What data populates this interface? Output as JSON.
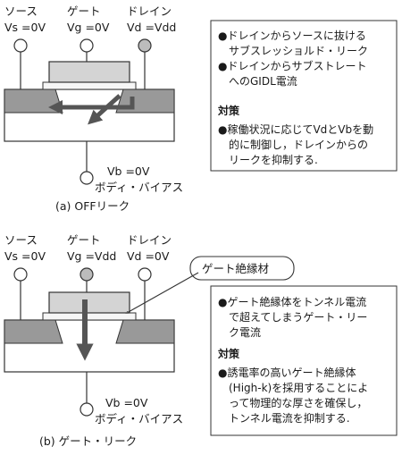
{
  "diagram_a": {
    "terminals": {
      "source": {
        "name": "ソース",
        "voltage": "Vs =0V"
      },
      "gate": {
        "name": "ゲート",
        "voltage": "Vg =0V"
      },
      "drain": {
        "name": "ドレイン",
        "voltage": "Vd =Vdd"
      }
    },
    "body": {
      "voltage": "Vb =0V",
      "name": "ボディ・バイアス"
    },
    "caption": "(a) OFFリーク",
    "note": {
      "bullets": [
        "●ドレインからソースに抜ける",
        "サブスレッショルド・リーク",
        "●ドレインからサブストレート",
        "へのGIDL電流"
      ],
      "heading": "対策",
      "lines": [
        "●稼働状況に応じてVdとVbを動",
        "的に制御し，ドレインからの",
        "リークを抑制する."
      ]
    }
  },
  "diagram_b": {
    "terminals": {
      "source": {
        "name": "ソース",
        "voltage": "Vs =0V"
      },
      "gate": {
        "name": "ゲート",
        "voltage": "Vg =Vdd"
      },
      "drain": {
        "name": "ドレイン",
        "voltage": "Vd =0V"
      }
    },
    "callout": "ゲート絶縁材",
    "body": {
      "voltage": "Vb =0V",
      "name": "ボディ・バイアス"
    },
    "caption": "(b) ゲート・リーク",
    "note": {
      "bullets": [
        "●ゲート絶縁体をトンネル電流",
        "で超えてしまうゲート・リー",
        "ク電流"
      ],
      "heading": "対策",
      "lines": [
        "●誘電率の高いゲート絶縁体",
        "(High-k)を採用することによ",
        "って物理的な厚さを確保し，",
        "トンネル電流を抑制する."
      ]
    }
  },
  "colors": {
    "silicon": "#999999",
    "gate": "#d4d4d4",
    "contact_active": "#bcbcbc",
    "arrow": "#555555",
    "insulator": "#f6f6f6"
  }
}
